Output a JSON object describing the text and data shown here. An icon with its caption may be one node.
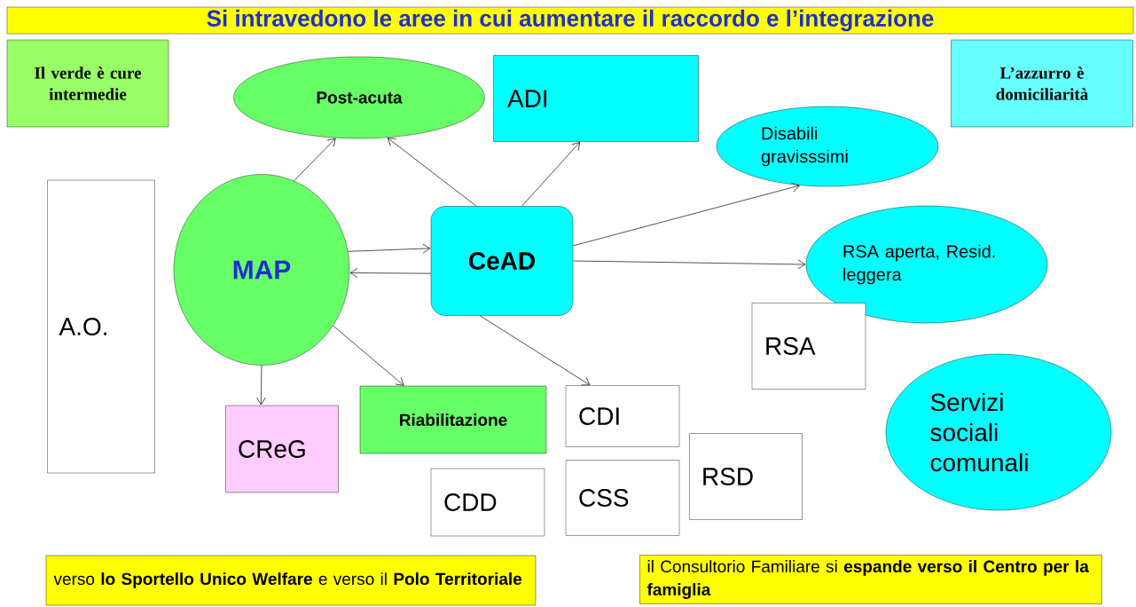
{
  "diagram": {
    "title": "Si intravedono le aree in cui aumentare il raccordo e l’integrazione",
    "nodes": [
      {
        "text": [
          "Il verde è cure intermedie"
        ]
      },
      {
        "text": [
          "Post-acuta"
        ]
      },
      {
        "text": [
          "ADI"
        ]
      },
      {
        "text": [
          "L’azzurro è domiciliarità"
        ]
      },
      {
        "text": [
          "Disabili gravisssimi"
        ]
      },
      {
        "text": [
          "A.O."
        ]
      },
      {
        "text": [
          "MAP"
        ]
      },
      {
        "text": [
          "CeAD"
        ]
      },
      {
        "text": [
          "RSA aperta, Resid. leggera"
        ]
      },
      {
        "text": [
          "RSA"
        ]
      },
      {
        "text": [
          "Servizi sociali comunali"
        ]
      },
      {
        "text": [
          "CReG"
        ]
      },
      {
        "text": [
          "Riabilitazione"
        ]
      },
      {
        "text": [
          "CDI"
        ]
      },
      {
        "text": [
          "CDD"
        ]
      },
      {
        "text": [
          "CSS"
        ]
      },
      {
        "text": [
          "RSD"
        ]
      },
      {
        "text": [
          "verso **lo Sportello Unico Welfare** e verso il **Polo Territoriale**"
        ]
      },
      {
        "text": [
          "il Consultorio Familiare si **espande verso il Centro per la famiglia**"
        ]
      }
    ],
    "edges": [
      {
        "from": 6,
        "to": 1,
        "arrow": "to"
      },
      {
        "from": 7,
        "to": 1,
        "arrow": "to"
      },
      {
        "from": 7,
        "to": 2,
        "arrow": "to"
      },
      {
        "from": 7,
        "to": 4,
        "arrow": "to"
      },
      {
        "from": 7,
        "to": 8,
        "arrow": "to"
      },
      {
        "from": 6,
        "to": 7,
        "arrow": "to"
      },
      {
        "from": 7,
        "to": 6,
        "arrow": "to"
      },
      {
        "from": 6,
        "to": 11,
        "arrow": "to"
      },
      {
        "from": 6,
        "to": 12,
        "arrow": "to"
      },
      {
        "from": 7,
        "to": 13,
        "arrow": "to"
      }
    ]
  }
}
